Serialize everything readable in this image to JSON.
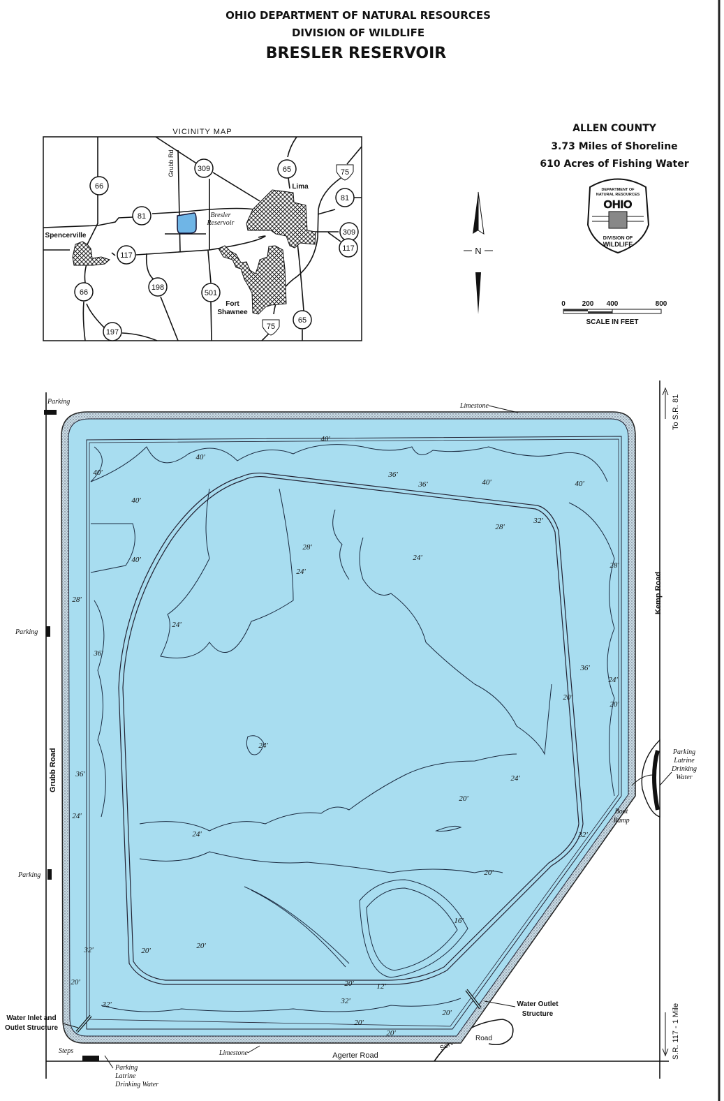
{
  "header": {
    "agency": "OHIO DEPARTMENT OF NATURAL RESOURCES",
    "division": "DIVISION OF WILDLIFE",
    "title": "BRESLER RESERVOIR"
  },
  "info": {
    "county": "ALLEN COUNTY",
    "shoreline": "3.73 Miles of Shoreline",
    "acres": "610 Acres of Fishing Water"
  },
  "logo": {
    "top": "DEPARTMENT OF NATURAL RESOURCES",
    "state": "OHIO",
    "bottom": "DIVISION OF WILDLIFE"
  },
  "north_arrow": {
    "label": "N"
  },
  "scale": {
    "ticks": [
      "0",
      "200",
      "400",
      "800"
    ],
    "caption": "SCALE IN FEET"
  },
  "vicinity_map": {
    "title": "VICINITY MAP",
    "routes": [
      "66",
      "309",
      "65",
      "75",
      "81",
      "81",
      "309",
      "117",
      "117",
      "66",
      "198",
      "501",
      "75",
      "65",
      "197"
    ],
    "places": {
      "lima": "Lima",
      "spencerville": "Spencerville",
      "fort": "Fort",
      "shawnee": "Shawnee",
      "bresler": "Bresler",
      "reservoir": "Reservoir",
      "grubb": "Grubb Rd"
    }
  },
  "colors": {
    "water": "#a8ddf0",
    "limestone": "#c9dde6",
    "ink": "#111111"
  },
  "map": {
    "roads": {
      "grubb": "Grubb Road",
      "kemp": "Kemp Road",
      "agerter": "Agerter Road",
      "to_sr81": "To S.R. 81",
      "sr117": "S.R. 117 - 1 Mile",
      "service": "Service",
      "service_road": "Road"
    },
    "labels": {
      "parking": "Parking",
      "limestone": "Limestone",
      "steps": "Steps",
      "inlet1": "Water Inlet and",
      "inlet2": "Outlet Structure",
      "outlet1": "Water Outlet",
      "outlet2": "Structure",
      "latrine": "Latrine",
      "drinking": "Drinking",
      "water": "Water",
      "drinking_water": "Drinking Water",
      "boat": "Boat",
      "ramp": "Ramp"
    },
    "depths": [
      "40'",
      "40'",
      "40'",
      "36'",
      "36'",
      "40'",
      "40'",
      "40'",
      "28'",
      "32'",
      "40'",
      "28'",
      "24'",
      "24'",
      "28'",
      "28'",
      "24'",
      "36'",
      "36'",
      "24'",
      "20'",
      "20'",
      "24'",
      "36'",
      "24'",
      "20'",
      "24'",
      "32'",
      "24'",
      "20'",
      "16'",
      "32'",
      "20'",
      "20'",
      "20'",
      "20'",
      "12'",
      "32'",
      "32'",
      "20'",
      "20'",
      "20'"
    ]
  }
}
